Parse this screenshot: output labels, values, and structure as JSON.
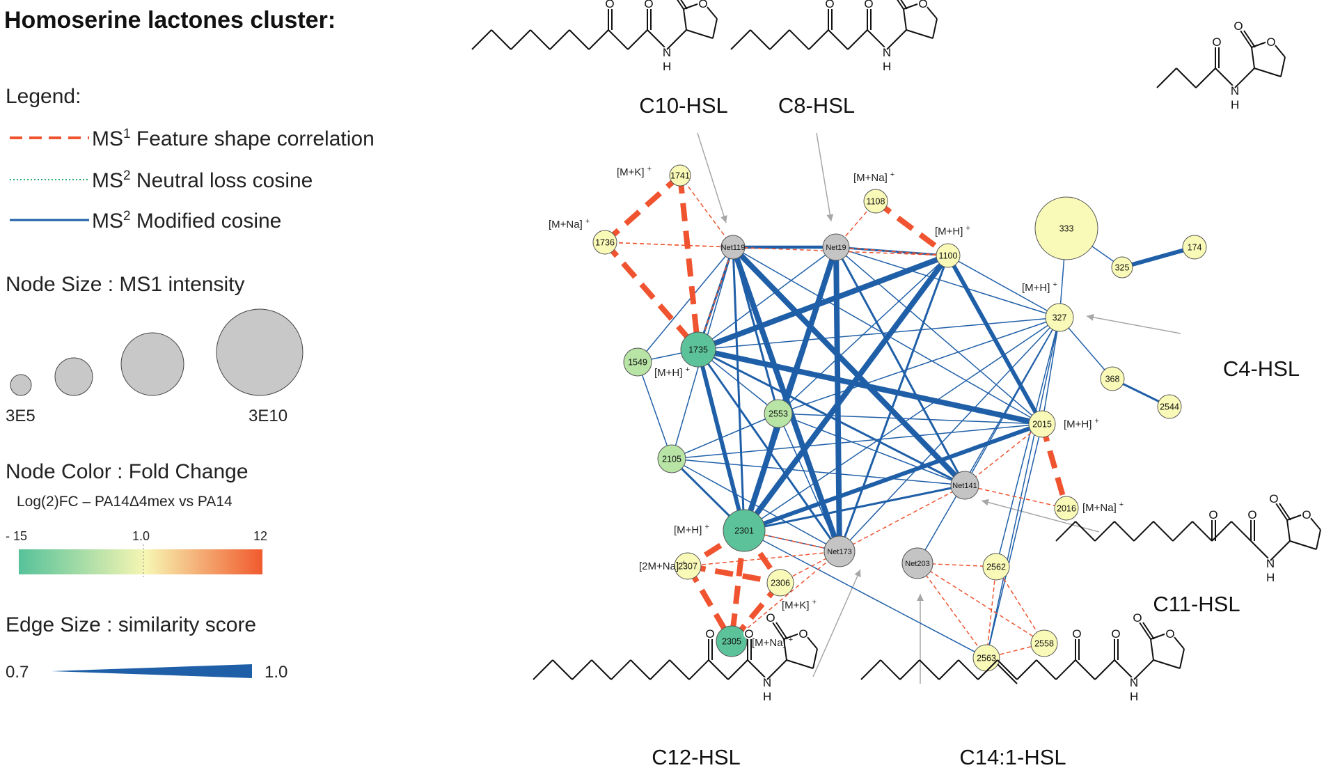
{
  "title": "Homoserine lactones cluster:",
  "legend": {
    "heading": "Legend:",
    "edge_types": [
      {
        "prefix": "MS",
        "sup": "1",
        "rest": " Feature shape correlation",
        "style": "dashed",
        "color": "#f0532f"
      },
      {
        "prefix": "MS",
        "sup": "2",
        "rest": " Neutral loss cosine",
        "style": "dotted",
        "color": "#2aa86f"
      },
      {
        "prefix": "MS",
        "sup": "2",
        "rest": " Modified cosine",
        "style": "solid",
        "color": "#1f5fa8"
      }
    ],
    "node_size": {
      "title": "Node Size : MS1 intensity",
      "min_label": "3E5",
      "max_label": "3E10"
    },
    "node_color": {
      "title": "Node Color : Fold Change",
      "subtitle": "Log(2)FC – PA14Δ4mex vs PA14",
      "min_label": "- 15",
      "mid_label": "1.0",
      "max_label": "12",
      "colors": [
        "#56c29a",
        "#f7f6b3",
        "#f15a2d"
      ]
    },
    "edge_size": {
      "title": "Edge Size : similarity score",
      "min_label": "0.7",
      "max_label": "1.0"
    }
  },
  "colors": {
    "ms1_edge": "#f0532f",
    "ms2_edge": "#1f5fa8",
    "annotation_arrow": "#a6a6a6"
  },
  "nodes": [
    {
      "id": "1741",
      "label": "1741",
      "fc": "pale-yellow"
    },
    {
      "id": "1736",
      "label": "1736",
      "fc": "pale-yellow"
    },
    {
      "id": "Net119",
      "label": "Net119",
      "fc": "gray"
    },
    {
      "id": "Net19",
      "label": "Net19",
      "fc": "gray"
    },
    {
      "id": "1108",
      "label": "1108",
      "fc": "pale-yellow"
    },
    {
      "id": "1100",
      "label": "1100",
      "fc": "pale-yellow"
    },
    {
      "id": "333",
      "label": "333",
      "fc": "pale-yellow"
    },
    {
      "id": "325",
      "label": "325",
      "fc": "pale-yellow"
    },
    {
      "id": "174",
      "label": "174",
      "fc": "pale-yellow"
    },
    {
      "id": "327",
      "label": "327",
      "fc": "pale-yellow"
    },
    {
      "id": "1735",
      "label": "1735",
      "fc": "green"
    },
    {
      "id": "1549",
      "label": "1549",
      "fc": "light-green"
    },
    {
      "id": "2553",
      "label": "2553",
      "fc": "light-green"
    },
    {
      "id": "368",
      "label": "368",
      "fc": "pale-yellow"
    },
    {
      "id": "2544",
      "label": "2544",
      "fc": "pale-yellow"
    },
    {
      "id": "2015",
      "label": "2015",
      "fc": "pale-yellow"
    },
    {
      "id": "2105",
      "label": "2105",
      "fc": "light-green"
    },
    {
      "id": "Net141",
      "label": "Net141",
      "fc": "gray"
    },
    {
      "id": "2016",
      "label": "2016",
      "fc": "pale-yellow"
    },
    {
      "id": "2301",
      "label": "2301",
      "fc": "green"
    },
    {
      "id": "Net173",
      "label": "Net173",
      "fc": "gray"
    },
    {
      "id": "2307",
      "label": "2307",
      "fc": "pale-yellow"
    },
    {
      "id": "2306",
      "label": "2306",
      "fc": "pale-yellow"
    },
    {
      "id": "2305",
      "label": "2305",
      "fc": "green"
    },
    {
      "id": "Net203",
      "label": "Net203",
      "fc": "gray"
    },
    {
      "id": "2562",
      "label": "2562",
      "fc": "pale-yellow"
    },
    {
      "id": "2563",
      "label": "2563",
      "fc": "pale-yellow"
    },
    {
      "id": "2558",
      "label": "2558",
      "fc": "pale-yellow"
    }
  ],
  "edges": [
    {
      "a": "1736",
      "b": "1741",
      "type": "ms1",
      "w": 3
    },
    {
      "a": "1741",
      "b": "1735",
      "type": "ms1",
      "w": 3
    },
    {
      "a": "1736",
      "b": "1735",
      "type": "ms1",
      "w": 3
    },
    {
      "a": "1741",
      "b": "Net119",
      "type": "ms1",
      "w": 1
    },
    {
      "a": "1736",
      "b": "Net119",
      "type": "ms1",
      "w": 1
    },
    {
      "a": "Net119",
      "b": "1735",
      "type": "ms1",
      "w": 1
    },
    {
      "a": "1736",
      "b": "1100",
      "type": "ms1",
      "w": 1
    },
    {
      "a": "1108",
      "b": "1100",
      "type": "ms1",
      "w": 3
    },
    {
      "a": "1108",
      "b": "Net19",
      "type": "ms1",
      "w": 1
    },
    {
      "a": "Net19",
      "b": "1100",
      "type": "ms1",
      "w": 1
    },
    {
      "a": "2015",
      "b": "2016",
      "type": "ms1",
      "w": 3
    },
    {
      "a": "2015",
      "b": "Net141",
      "type": "ms1",
      "w": 1
    },
    {
      "a": "Net141",
      "b": "2016",
      "type": "ms1",
      "w": 1
    },
    {
      "a": "2301",
      "b": "2307",
      "type": "ms1",
      "w": 3
    },
    {
      "a": "2301",
      "b": "2306",
      "type": "ms1",
      "w": 3
    },
    {
      "a": "2301",
      "b": "2305",
      "type": "ms1",
      "w": 3
    },
    {
      "a": "2307",
      "b": "2305",
      "type": "ms1",
      "w": 3
    },
    {
      "a": "2306",
      "b": "2305",
      "type": "ms1",
      "w": 3
    },
    {
      "a": "2307",
      "b": "2306",
      "type": "ms1",
      "w": 3
    },
    {
      "a": "2301",
      "b": "Net173",
      "type": "ms1",
      "w": 1
    },
    {
      "a": "2307",
      "b": "Net173",
      "type": "ms1",
      "w": 1
    },
    {
      "a": "2306",
      "b": "Net173",
      "type": "ms1",
      "w": 1
    },
    {
      "a": "2305",
      "b": "Net173",
      "type": "ms1",
      "w": 1
    },
    {
      "a": "Net173",
      "b": "Net141",
      "type": "ms1",
      "w": 1
    },
    {
      "a": "Net203",
      "b": "2562",
      "type": "ms1",
      "w": 1
    },
    {
      "a": "Net203",
      "b": "2563",
      "type": "ms1",
      "w": 1
    },
    {
      "a": "Net203",
      "b": "2558",
      "type": "ms1",
      "w": 1
    },
    {
      "a": "2562",
      "b": "2558",
      "type": "ms1",
      "w": 1
    },
    {
      "a": "2563",
      "b": "2558",
      "type": "ms1",
      "w": 1
    },
    {
      "a": "2562",
      "b": "2563",
      "type": "ms1",
      "w": 1
    },
    {
      "a": "Net119",
      "b": "Net19",
      "type": "ms2",
      "w": 3
    },
    {
      "a": "Net119",
      "b": "1735",
      "type": "ms2",
      "w": 2
    },
    {
      "a": "Net119",
      "b": "2553",
      "type": "ms2",
      "w": 2
    },
    {
      "a": "Net119",
      "b": "2301",
      "type": "ms2",
      "w": 2
    },
    {
      "a": "Net119",
      "b": "Net141",
      "type": "ms2",
      "w": 5
    },
    {
      "a": "Net119",
      "b": "Net173",
      "type": "ms2",
      "w": 5
    },
    {
      "a": "Net119",
      "b": "2015",
      "type": "ms2",
      "w": 1
    },
    {
      "a": "Net119",
      "b": "2105",
      "type": "ms2",
      "w": 1
    },
    {
      "a": "Net19",
      "b": "1100",
      "type": "ms2",
      "w": 2
    },
    {
      "a": "Net19",
      "b": "2301",
      "type": "ms2",
      "w": 5
    },
    {
      "a": "Net19",
      "b": "Net173",
      "type": "ms2",
      "w": 5
    },
    {
      "a": "Net19",
      "b": "Net141",
      "type": "ms2",
      "w": 2
    },
    {
      "a": "Net19",
      "b": "1735",
      "type": "ms2",
      "w": 1
    },
    {
      "a": "Net19",
      "b": "2553",
      "type": "ms2",
      "w": 1
    },
    {
      "a": "Net19",
      "b": "2015",
      "type": "ms2",
      "w": 1
    },
    {
      "a": "Net19",
      "b": "327",
      "type": "ms2",
      "w": 1
    },
    {
      "a": "1100",
      "b": "2301",
      "type": "ms2",
      "w": 5
    },
    {
      "a": "1100",
      "b": "1735",
      "type": "ms2",
      "w": 5
    },
    {
      "a": "1100",
      "b": "2015",
      "type": "ms2",
      "w": 4
    },
    {
      "a": "1100",
      "b": "327",
      "type": "ms2",
      "w": 1
    },
    {
      "a": "1100",
      "b": "Net173",
      "type": "ms2",
      "w": 2
    },
    {
      "a": "1100",
      "b": "2553",
      "type": "ms2",
      "w": 1
    },
    {
      "a": "1735",
      "b": "2015",
      "type": "ms2",
      "w": 5
    },
    {
      "a": "1735",
      "b": "2301",
      "type": "ms2",
      "w": 4
    },
    {
      "a": "1735",
      "b": "Net141",
      "type": "ms2",
      "w": 2
    },
    {
      "a": "1735",
      "b": "Net173",
      "type": "ms2",
      "w": 2
    },
    {
      "a": "1735",
      "b": "1549",
      "type": "ms2",
      "w": 1
    },
    {
      "a": "1735",
      "b": "2553",
      "type": "ms2",
      "w": 1
    },
    {
      "a": "1735",
      "b": "327",
      "type": "ms2",
      "w": 1
    },
    {
      "a": "2015",
      "b": "2301",
      "type": "ms2",
      "w": 4
    },
    {
      "a": "2015",
      "b": "2105",
      "type": "ms2",
      "w": 1
    },
    {
      "a": "2015",
      "b": "2553",
      "type": "ms2",
      "w": 1
    },
    {
      "a": "2015",
      "b": "327",
      "type": "ms2",
      "w": 1
    },
    {
      "a": "2301",
      "b": "327",
      "type": "ms2",
      "w": 1
    },
    {
      "a": "2301",
      "b": "Net141",
      "type": "ms2",
      "w": 2
    },
    {
      "a": "2301",
      "b": "2105",
      "type": "ms2",
      "w": 2
    },
    {
      "a": "2301",
      "b": "2553",
      "type": "ms2",
      "w": 1
    },
    {
      "a": "2301",
      "b": "Net173",
      "type": "ms2",
      "w": 1
    },
    {
      "a": "2301",
      "b": "2563",
      "type": "ms2",
      "w": 1
    },
    {
      "a": "Net141",
      "b": "327",
      "type": "ms2",
      "w": 1
    },
    {
      "a": "Net141",
      "b": "2105",
      "type": "ms2",
      "w": 1
    },
    {
      "a": "Net141",
      "b": "2553",
      "type": "ms2",
      "w": 1
    },
    {
      "a": "Net173",
      "b": "327",
      "type": "ms2",
      "w": 1
    },
    {
      "a": "Net173",
      "b": "2553",
      "type": "ms2",
      "w": 1
    },
    {
      "a": "Net173",
      "b": "2105",
      "type": "ms2",
      "w": 1
    },
    {
      "a": "1549",
      "b": "2105",
      "type": "ms2",
      "w": 1
    },
    {
      "a": "1549",
      "b": "Net119",
      "type": "ms2",
      "w": 1
    },
    {
      "a": "2105",
      "b": "2553",
      "type": "ms2",
      "w": 1
    },
    {
      "a": "2553",
      "b": "327",
      "type": "ms2",
      "w": 1
    },
    {
      "a": "Net203",
      "b": "327",
      "type": "ms2",
      "w": 1
    },
    {
      "a": "2015",
      "b": "2563",
      "type": "ms2",
      "w": 1
    },
    {
      "a": "327",
      "b": "2562",
      "type": "ms2",
      "w": 1
    },
    {
      "a": "327",
      "b": "2563",
      "type": "ms2",
      "w": 1
    },
    {
      "a": "327",
      "b": "368",
      "type": "ms2",
      "w": 1
    },
    {
      "a": "368",
      "b": "2544",
      "type": "ms2",
      "w": 2
    },
    {
      "a": "333",
      "b": "325",
      "type": "ms2",
      "w": 1
    },
    {
      "a": "325",
      "b": "174",
      "type": "ms2",
      "w": 4
    },
    {
      "a": "333",
      "b": "327",
      "type": "ms2",
      "w": 1
    }
  ],
  "adducts": [
    {
      "node": "1741",
      "text": "[M+K]",
      "sup": "+"
    },
    {
      "node": "1736",
      "text": "[M+Na]",
      "sup": "+"
    },
    {
      "node": "1108",
      "text": "[M+Na]",
      "sup": "+"
    },
    {
      "node": "1100",
      "text": "[M+H]",
      "sup": "+"
    },
    {
      "node": "327",
      "text": "[M+H]",
      "sup": "+"
    },
    {
      "node": "1735",
      "text": "[M+H]",
      "sup": "+"
    },
    {
      "node": "2015",
      "text": "[M+H]",
      "sup": "+"
    },
    {
      "node": "2016",
      "text": "[M+Na]",
      "sup": "+"
    },
    {
      "node": "2301",
      "text": "[M+H]",
      "sup": "+"
    },
    {
      "node": "2307",
      "text": "[2M+Na]",
      "sup": "+"
    },
    {
      "node": "2306",
      "text": "[M+K]",
      "sup": "+"
    },
    {
      "node": "2305",
      "text": "[M+Na]",
      "sup": "+"
    }
  ],
  "compounds": [
    {
      "name": "C10-HSL",
      "chain": 7,
      "oxo": true,
      "double_at": null,
      "target": "Net119"
    },
    {
      "name": "C8-HSL",
      "chain": 5,
      "oxo": true,
      "double_at": null,
      "target": "Net19"
    },
    {
      "name": "C4-HSL",
      "chain": 3,
      "oxo": false,
      "double_at": null,
      "target": "327"
    },
    {
      "name": "C11-HSL",
      "chain": 8,
      "oxo": true,
      "double_at": null,
      "target": "Net141"
    },
    {
      "name": "C12-HSL",
      "chain": 9,
      "oxo": true,
      "double_at": null,
      "target": "Net173"
    },
    {
      "name": "C14:1-HSL",
      "chain": 11,
      "oxo": true,
      "double_at": 4,
      "target": "Net203"
    }
  ]
}
